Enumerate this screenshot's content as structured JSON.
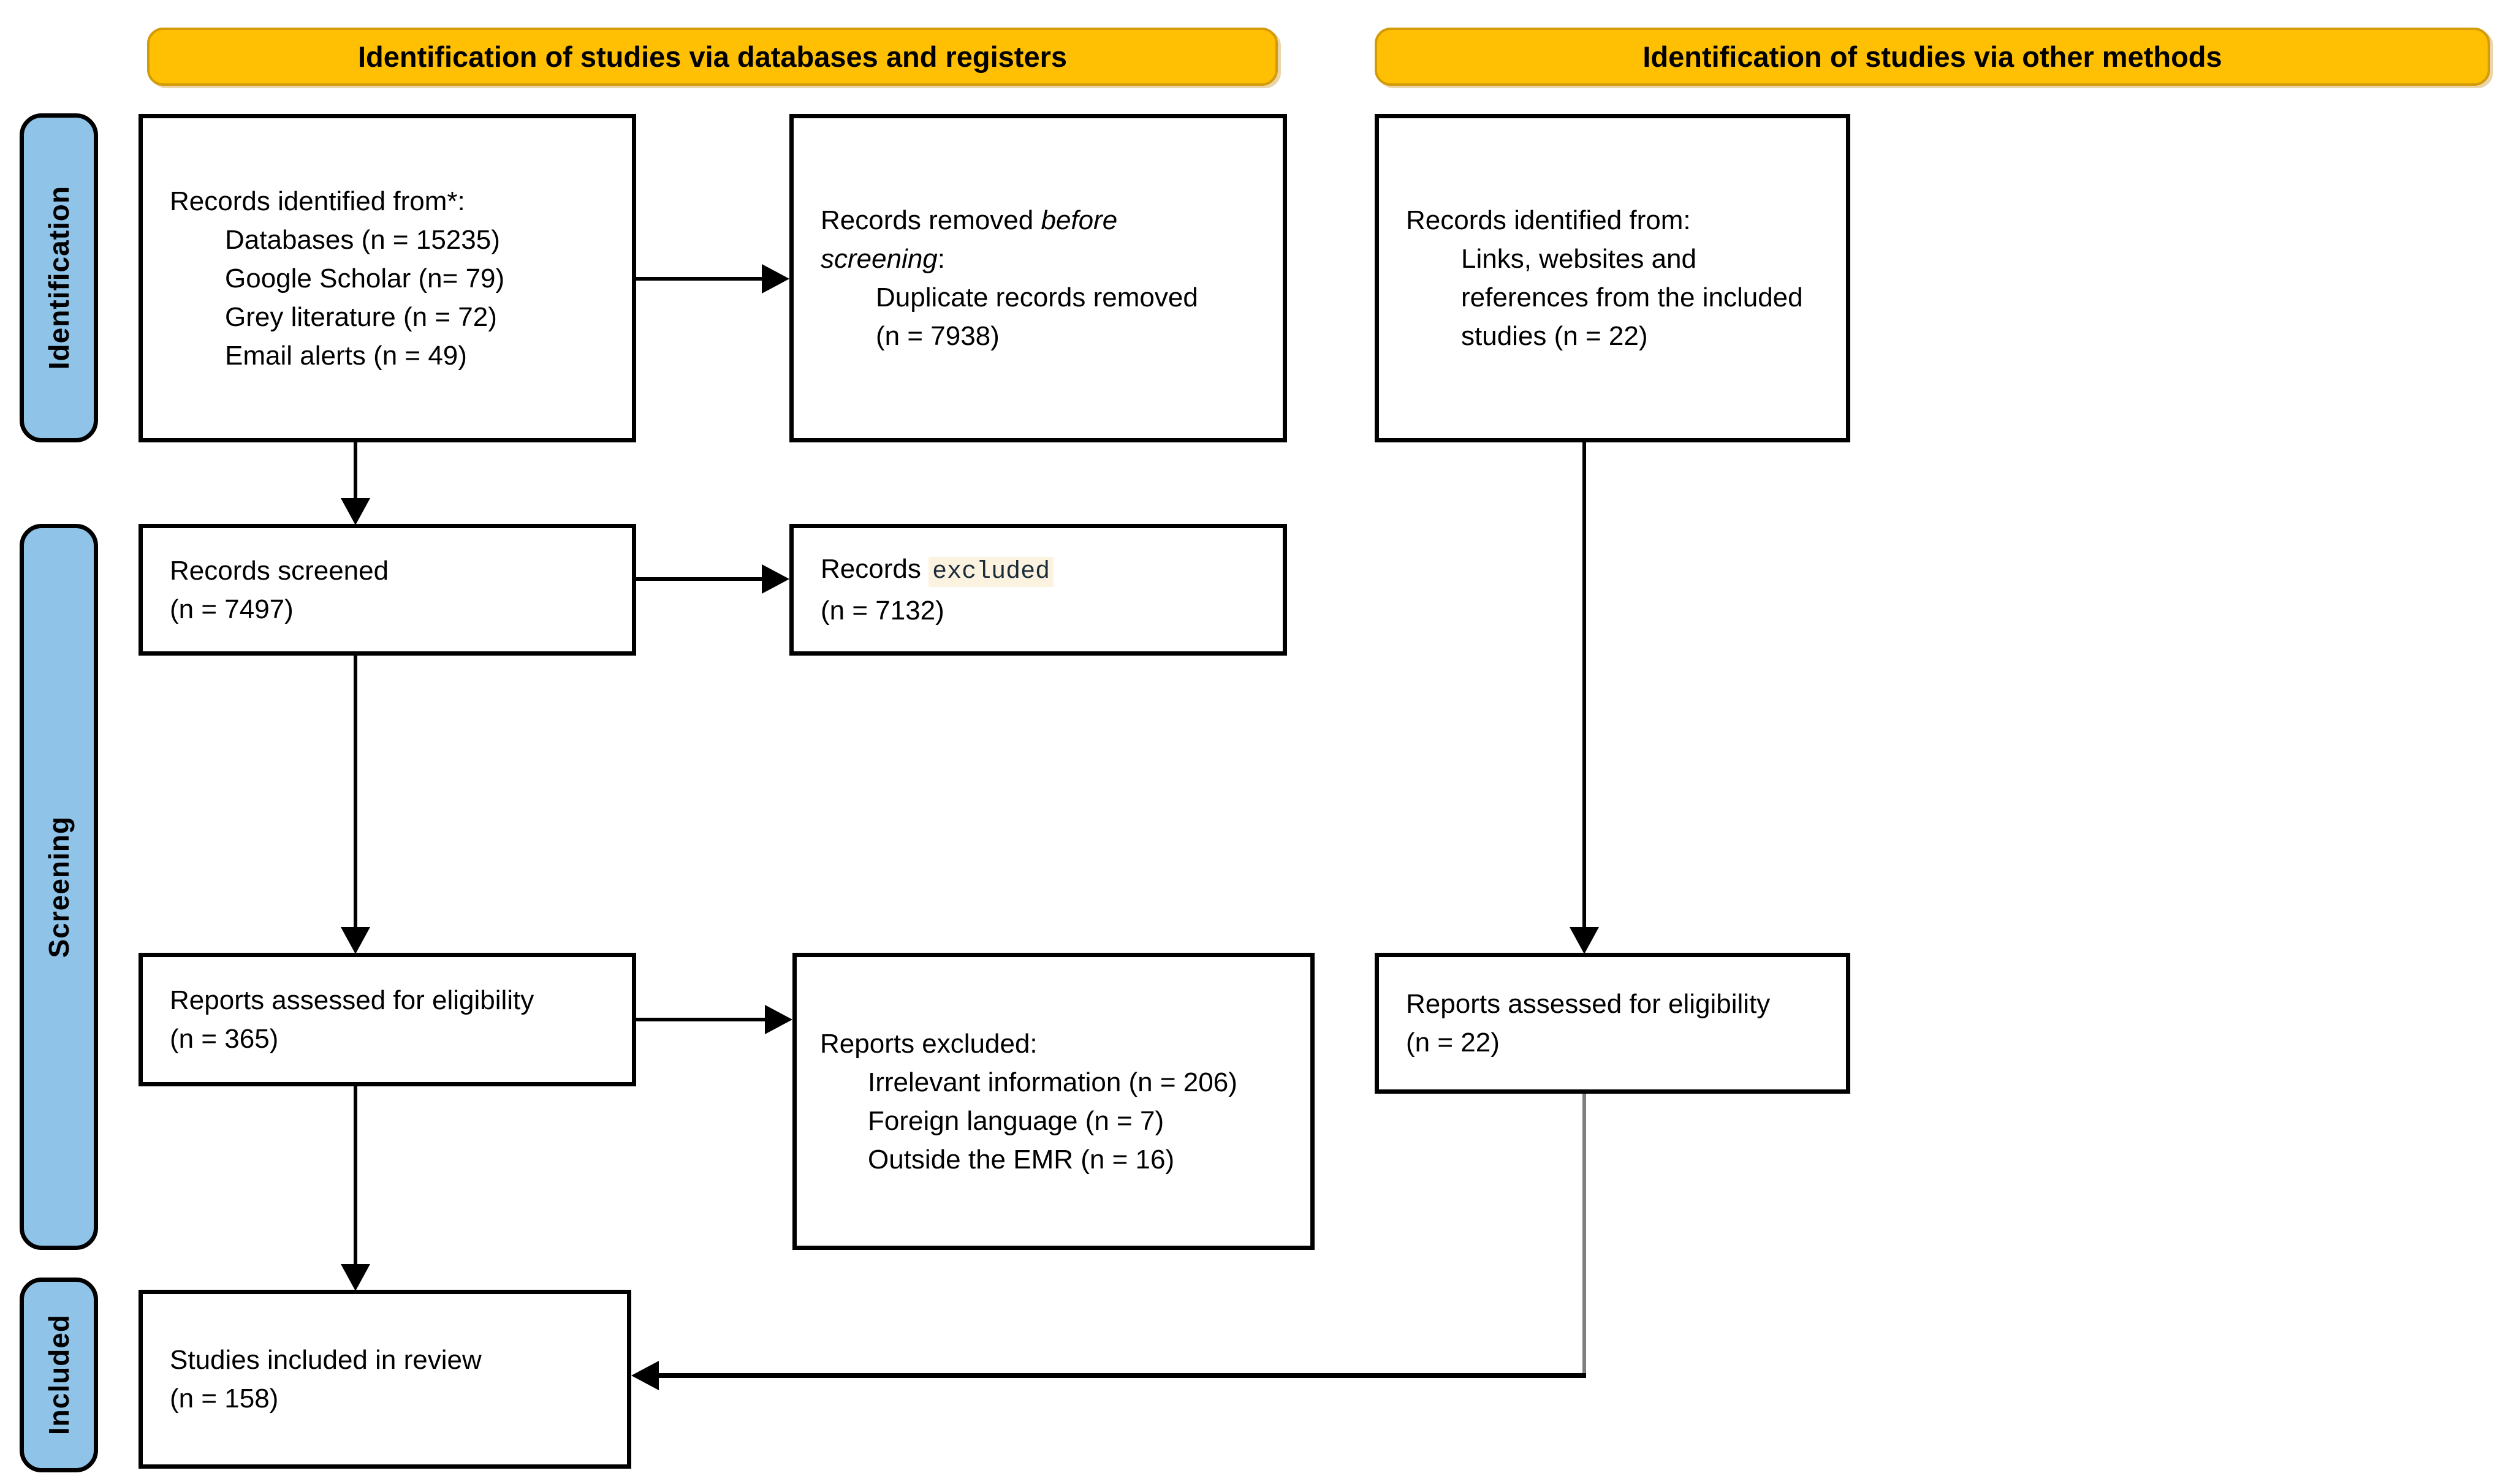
{
  "banners": {
    "databases": "Identification of studies via databases and registers",
    "other": "Identification of studies via other methods"
  },
  "sidebar": {
    "identification": "Identification",
    "screening": "Screening",
    "included": "Included"
  },
  "boxes": {
    "identified_db": {
      "title": "Records identified from*:",
      "items": [
        "Databases (n = 15235)",
        "Google Scholar (n= 79)",
        "Grey literature (n = 72)",
        "Email alerts (n = 49)"
      ]
    },
    "removed": {
      "line1_text": "Records removed ",
      "line1_italic": "before",
      "line2_italic": "screening",
      "line2_text": ":",
      "items": [
        "Duplicate records removed",
        "(n = 7938)"
      ]
    },
    "identified_other": {
      "title": "Records identified from:",
      "items": [
        "Links, websites and",
        "references from the included",
        "studies (n = 22)"
      ]
    },
    "screened": {
      "line1": "Records screened",
      "line2": "(n = 7497)"
    },
    "records_excluded": {
      "line1_text": "Records ",
      "line1_mono": "excluded",
      "line2": "(n = 7132)"
    },
    "assessed_db": {
      "line1": "Reports assessed for eligibility",
      "line2": "(n = 365)"
    },
    "reports_excluded": {
      "title": "Reports excluded:",
      "items": [
        "Irrelevant information (n = 206)",
        "Foreign language (n = 7)",
        "Outside the EMR (n = 16)"
      ]
    },
    "assessed_other": {
      "line1": "Reports assessed for eligibility",
      "line2": "(n = 22)"
    },
    "included_review": {
      "line1": "Studies included in review",
      "line2": "(n = 158)"
    }
  },
  "colors": {
    "banner_bg": "#FFC003",
    "banner_border": "#D29B07",
    "pill_bg": "#8FC3E8",
    "box_border": "#000000",
    "connector": "#000000",
    "connector_gray": "#7F7F7F",
    "mono_highlight_bg": "#FBF3DF",
    "mono_text": "#1C2B3A"
  }
}
